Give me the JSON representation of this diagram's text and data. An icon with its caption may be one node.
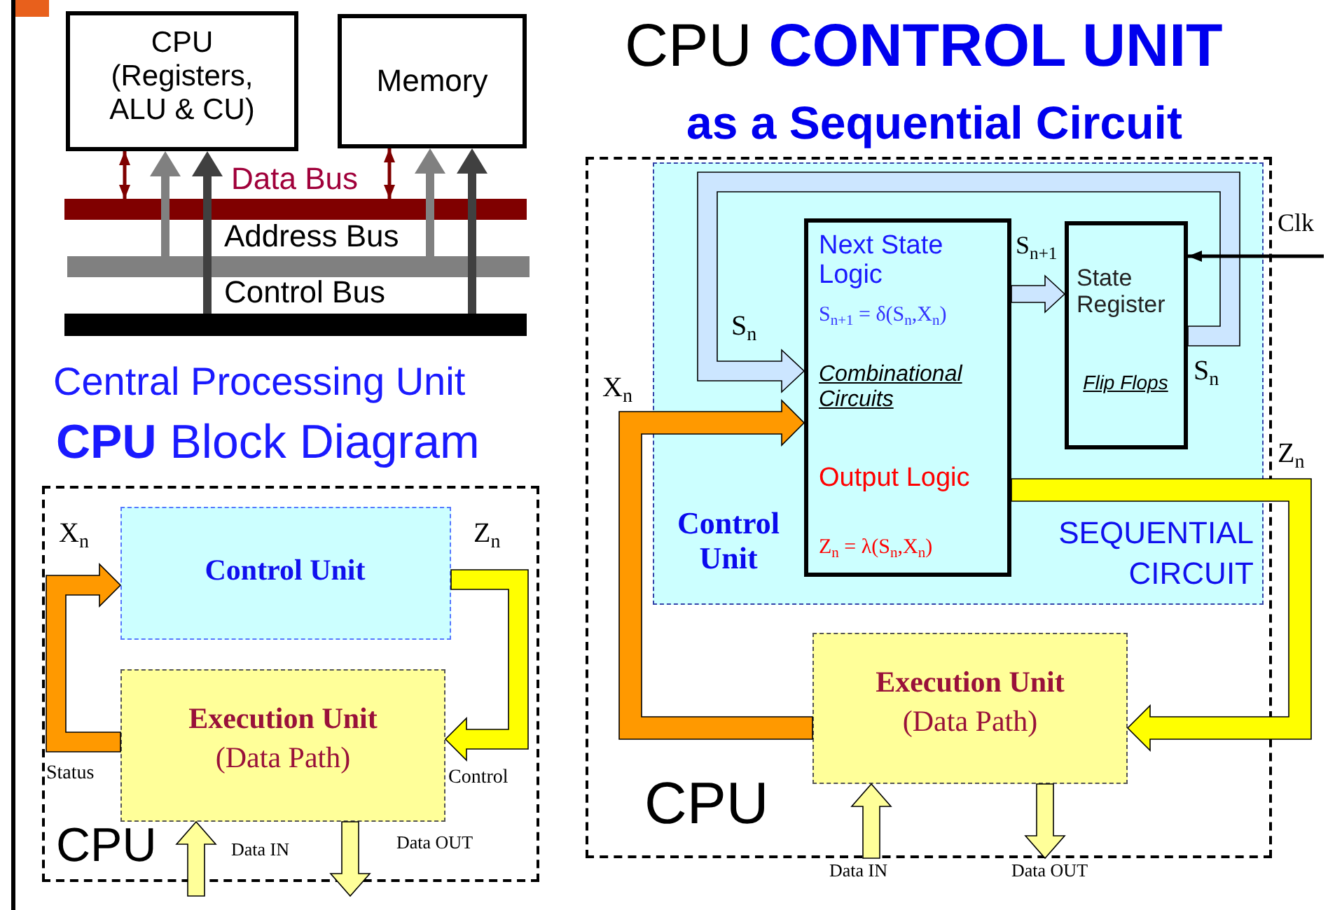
{
  "diagram": {
    "nodes": [
      {
        "text": [
          "CPU (Registers, ALU & CU)"
        ]
      },
      {
        "text": [
          "Memory"
        ]
      },
      {
        "text": [
          "Data Bus"
        ]
      },
      {
        "text": [
          "Address Bus"
        ]
      },
      {
        "text": [
          "Control Bus"
        ]
      },
      {
        "text": [
          "CPU"
        ]
      },
      {
        "text": [
          "Control Unit"
        ],
        "in": 5
      },
      {
        "text": [
          "Execution Unit",
          "(Data Path)"
        ],
        "in": 5
      },
      {
        "text": [
          "CPU"
        ]
      },
      {
        "text": [
          "Control Unit",
          "SEQUENTIAL CIRCUIT"
        ],
        "in": 8
      },
      {
        "text": [
          "Next State Logic",
          "S$_{n+1}$ = δ(S$_{n}$,X$_{n}$)",
          "Combinational Circuits",
          "Output Logic",
          "Z$_{n}$ = λ(S$_{n}$,X$_{n}$)"
        ],
        "in": 9
      },
      {
        "text": [
          "State Register",
          "Flip Flops"
        ],
        "in": 9
      },
      {
        "text": [
          "Execution Unit",
          "(Data Path)"
        ],
        "in": 8
      }
    ],
    "edges": [
      {
        "from": 0,
        "to": 2,
        "arrow": "both",
        "color": "#800000"
      },
      {
        "from": 3,
        "to": 0,
        "arrow": "to",
        "style": "thick",
        "color": "#808080"
      },
      {
        "from": 4,
        "to": 0,
        "arrow": "to",
        "style": "thick",
        "color": "#404040"
      },
      {
        "from": 1,
        "to": 2,
        "arrow": "both",
        "color": "#800000"
      },
      {
        "from": 3,
        "to": 1,
        "arrow": "to",
        "style": "thick",
        "color": "#808080"
      },
      {
        "from": 4,
        "to": 1,
        "arrow": "to",
        "style": "thick",
        "color": "#404040"
      },
      {
        "from": 7,
        "to": 6,
        "arrow": "to",
        "style": "thick",
        "color": "#ff9900",
        "label": "X$_{n}$"
      },
      {
        "from": 6,
        "to": 7,
        "arrow": "to",
        "style": "thick",
        "color": "#ffff00",
        "label": "Z$_{n}$"
      },
      {
        "from": null,
        "to": 7,
        "arrow": "to",
        "style": "thick",
        "color": "#ffff99",
        "label": "Data IN"
      },
      {
        "from": 7,
        "to": null,
        "arrow": "to",
        "style": "thick",
        "color": "#ffff99",
        "label": "Data OUT"
      },
      {
        "from": 10,
        "to": 11,
        "arrow": "to",
        "style": "thick",
        "color": "#cce6ff",
        "label": "S$_{n+1}$"
      },
      {
        "from": 11,
        "to": 10,
        "arrow": "to",
        "style": "thick",
        "color": "#cce6ff"
      },
      {
        "from": null,
        "to": 11,
        "arrow": "to",
        "color": "#000000",
        "label": "Clk"
      },
      {
        "from": 12,
        "to": 10,
        "arrow": "to",
        "style": "thick",
        "color": "#ff9900"
      },
      {
        "from": 10,
        "to": 12,
        "arrow": "to",
        "style": "thick",
        "color": "#ffff00"
      },
      {
        "from": null,
        "to": 12,
        "arrow": "to",
        "style": "thick",
        "color": "#ffff99",
        "label": "Data IN"
      },
      {
        "from": 12,
        "to": null,
        "arrow": "to",
        "style": "thick",
        "color": "#ffff99",
        "label": "Data OUT"
      }
    ],
    "labels": [
      "CPU **CONTROL UNIT**",
      "as a Sequential Circuit",
      "Central Processing Unit",
      "**CPU** Block Diagram",
      "Status",
      "Control",
      "S$_{n}$",
      "S$_{n}$",
      "X$_{n}$",
      "Z$_{n}$"
    ]
  }
}
